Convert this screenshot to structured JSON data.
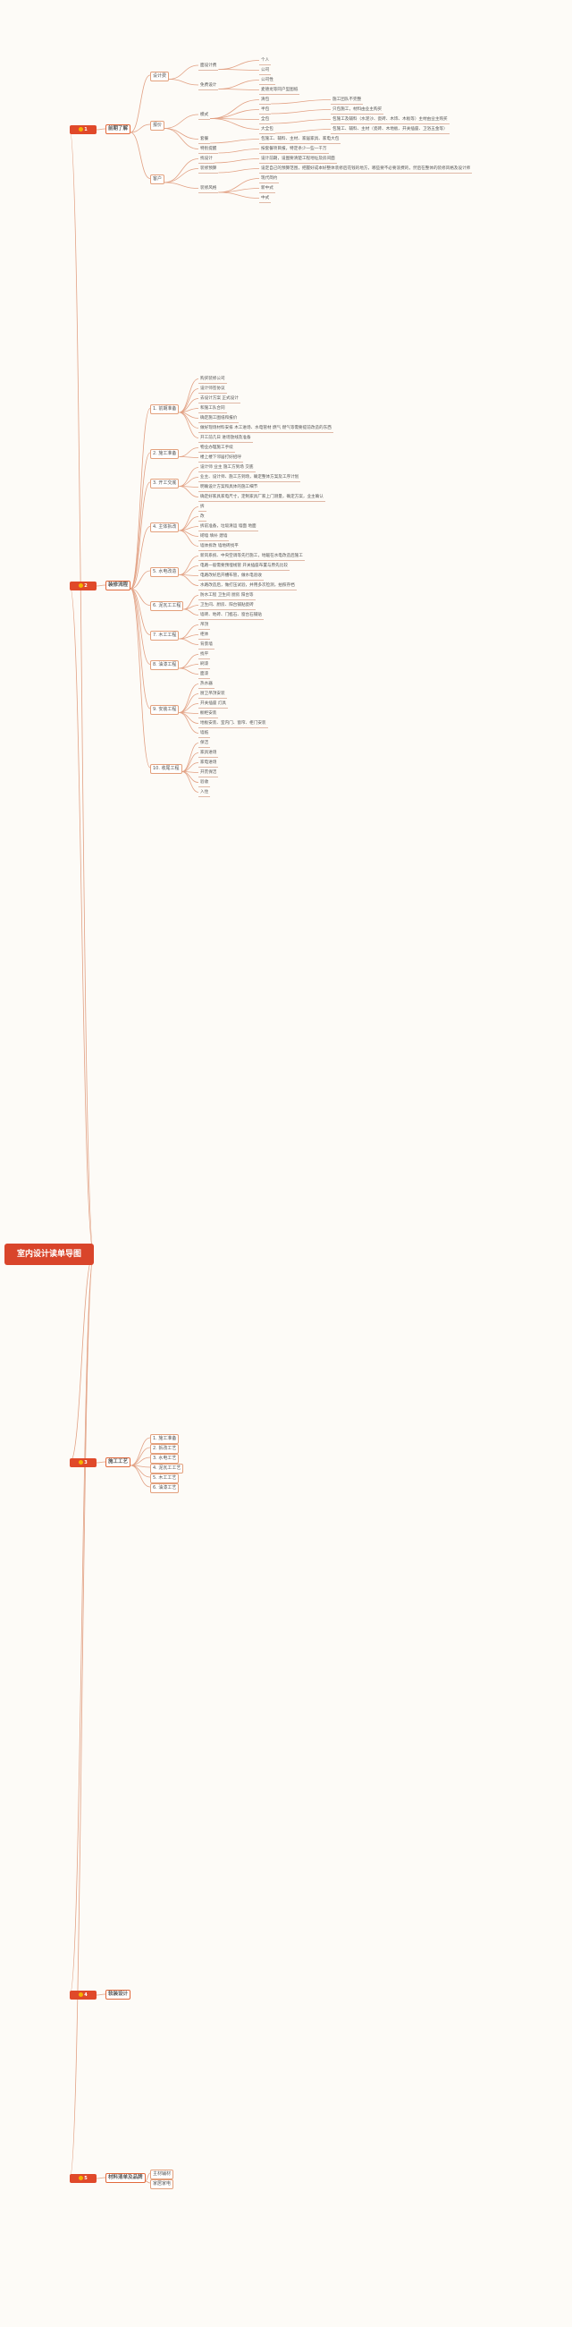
{
  "root": "室内设计读单导图",
  "branches": [
    {
      "num": "1",
      "label": "前期了解",
      "children": [
        {
          "label": "设计费",
          "children": [
            {
              "label": "面设计费",
              "children": [
                {
                  "label": "个人"
                },
                {
                  "label": "公司"
                }
              ]
            },
            {
              "label": "免费设计",
              "children": [
                {
                  "label": "公司性"
                },
                {
                  "label": "麦德龙等同户型图纸"
                }
              ]
            }
          ]
        },
        {
          "label": "报价",
          "children": [
            {
              "label": "模式",
              "children": [
                {
                  "label": "清包",
                  "children": [
                    {
                      "label": "施工团队不完整"
                    }
                  ]
                },
                {
                  "label": "半包",
                  "children": [
                    {
                      "label": "只包施工，材料由业主购买"
                    }
                  ]
                },
                {
                  "label": "全包",
                  "children": [
                    {
                      "label": "包施工及辅料（水泥沙、瓷砖、木饰、木板等）主材由业主购买"
                    }
                  ]
                },
                {
                  "label": "大全包",
                  "children": [
                    {
                      "label": "包施工、辅料、主材（瓷砖、木地板、开关插座、卫浴五金等）"
                    }
                  ]
                }
              ]
            },
            {
              "label": "套餐",
              "children": [
                {
                  "label": "包施工、辅料、主材、家居家具、家电大包"
                }
              ]
            },
            {
              "label": "特别提醒",
              "children": [
                {
                  "label": "按套餐项目报，特定条少一些一千万"
                }
              ]
            }
          ]
        },
        {
          "label": "客户",
          "children": [
            {
              "label": "找设计",
              "children": [
                {
                  "label": "设计前期，设图要清楚工程地址及房间面"
                }
              ]
            },
            {
              "label": "装修预算",
              "children": [
                {
                  "label": "设定自己的预算范围，把握好成本好整体装修后花钱的地方，哪些要不必要浪费的，然后在整体的装修风格及设计师"
                }
              ]
            },
            {
              "label": "装修风格",
              "children": [
                {
                  "label": "现代简约"
                },
                {
                  "label": "新中式"
                },
                {
                  "label": "中式"
                }
              ]
            }
          ]
        }
      ]
    },
    {
      "num": "2",
      "label": "装修流程",
      "children": [
        {
          "label": "1. 前期准备",
          "children": [
            {
              "label": "购买装修公司"
            },
            {
              "label": "设计师签协议"
            },
            {
              "label": "去设计方案 正式设计"
            },
            {
              "label": "和施工队合同"
            },
            {
              "label": "确定施工图纸和报价"
            },
            {
              "label": "做好现场材料安排 木工进场、水电管材 燃气 燃气等需要提前改造的东西"
            },
            {
              "label": "开工前几日 进场放线及准备"
            }
          ]
        },
        {
          "label": "2. 施工准备",
          "children": [
            {
              "label": "物业办理施工手续"
            },
            {
              "label": "楼上楼下邻居打好招呼"
            }
          ]
        },
        {
          "label": "3. 开工交底",
          "children": [
            {
              "label": "设计师 业主 施工方到场 交底"
            },
            {
              "label": "业主、设计师、施工方到场，确定整体方案及工序计划"
            },
            {
              "label": "明确设计方案和具体的施工细节"
            },
            {
              "label": "确定好家具家电尺寸，定制家具厂家上门测量，确定方案，业主确认"
            }
          ]
        },
        {
          "label": "4. 主体拆改",
          "children": [
            {
              "label": "拆"
            },
            {
              "label": "改"
            },
            {
              "label": "拆前准备，垃圾清运 墙面 地面"
            },
            {
              "label": "砌墙 填补 建墙"
            },
            {
              "label": "墙体拆改 墙地砖找平"
            }
          ]
        },
        {
          "label": "5. 水电改造",
          "children": [
            {
              "label": "新风系统、中央空调等先行施工，地暖在水电改造后施工"
            },
            {
              "label": "电路一般需要预埋线管 开关插座布置与原先比较"
            },
            {
              "label": "电路改好后开槽布管，做水电验收"
            },
            {
              "label": "水路改造后，做打压试验，并用多次检测，拍照存档"
            }
          ]
        },
        {
          "label": "6. 泥瓦工工程",
          "children": [
            {
              "label": "防水工程 卫生间 厨房 阳台等"
            },
            {
              "label": "卫生间、厨房、阳台铺贴瓷砖"
            },
            {
              "label": "墙砖、地砖、门槛石、窗台石铺贴"
            }
          ]
        },
        {
          "label": "7. 木工工程",
          "children": [
            {
              "label": "吊顶"
            },
            {
              "label": "柜体"
            },
            {
              "label": "背景墙"
            }
          ]
        },
        {
          "label": "8. 油漆工程",
          "children": [
            {
              "label": "找平"
            },
            {
              "label": "刷漆"
            },
            {
              "label": "面漆"
            }
          ]
        },
        {
          "label": "9. 安装工程",
          "children": [
            {
              "label": "热水器"
            },
            {
              "label": "厨卫吊顶安装"
            },
            {
              "label": "开关插座 灯具"
            },
            {
              "label": "橱柜安装"
            },
            {
              "label": "地板安装、室内门、窗帘、柜门安装"
            },
            {
              "label": "墙纸"
            }
          ]
        },
        {
          "label": "10. 收尾工程",
          "children": [
            {
              "label": "保洁"
            },
            {
              "label": "家具进场"
            },
            {
              "label": "家电进场"
            },
            {
              "label": "开荒保洁"
            },
            {
              "label": "验收"
            },
            {
              "label": "入住"
            }
          ]
        }
      ]
    },
    {
      "num": "3",
      "label": "施工工艺",
      "children": [
        {
          "label": "1. 施工准备"
        },
        {
          "label": "2. 拆改工艺"
        },
        {
          "label": "3. 水电工艺"
        },
        {
          "label": "4. 泥瓦工工艺"
        },
        {
          "label": "5. 木工工艺"
        },
        {
          "label": "6. 油漆工艺"
        }
      ]
    },
    {
      "num": "4",
      "label": "软装设计",
      "children": []
    },
    {
      "num": "5",
      "label": "材料清单及品牌",
      "children": [
        {
          "label": "主材辅材"
        },
        {
          "label": "家居家电"
        }
      ]
    }
  ]
}
